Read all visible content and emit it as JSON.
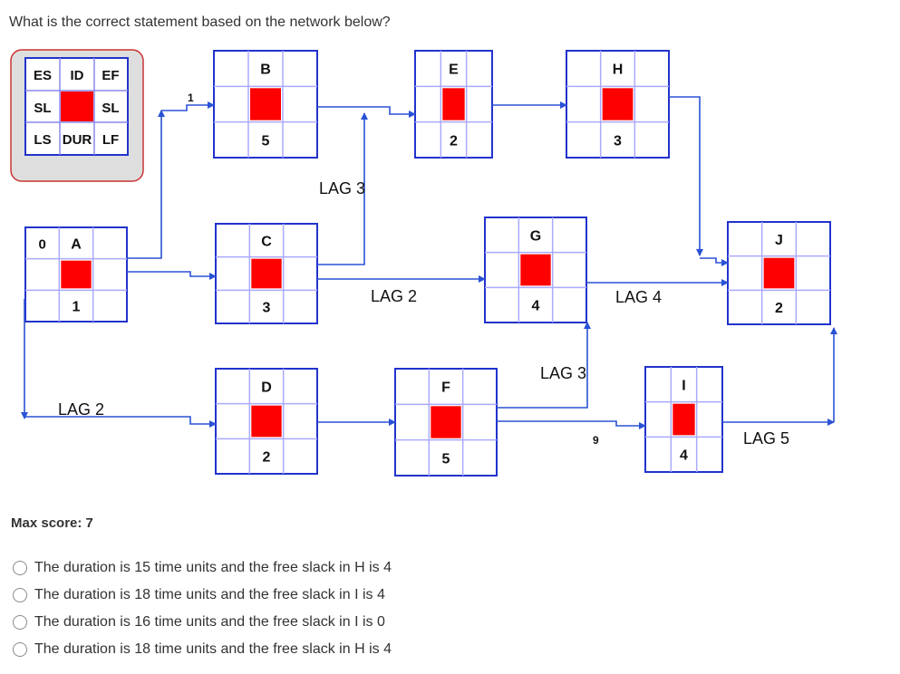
{
  "question": "What is the correct statement based on the network below?",
  "legend": {
    "es": "ES",
    "id": "ID",
    "ef": "EF",
    "sl_left": "SL",
    "sl_right": "SL",
    "ls": "LS",
    "dur": "DUR",
    "lf": "LF"
  },
  "nodes": [
    {
      "id": "A",
      "duration": "1"
    },
    {
      "id": "B",
      "duration": "5"
    },
    {
      "id": "C",
      "duration": "3"
    },
    {
      "id": "D",
      "duration": "2"
    },
    {
      "id": "E",
      "duration": "2"
    },
    {
      "id": "F",
      "duration": "5"
    },
    {
      "id": "G",
      "duration": "4"
    },
    {
      "id": "H",
      "duration": "3"
    },
    {
      "id": "I",
      "duration": "4"
    },
    {
      "id": "J",
      "duration": "2"
    }
  ],
  "node_start": "0",
  "link_labels": {
    "a_b": "1",
    "b_e": "LAG 3",
    "c_g": "LAG 2",
    "g_j": "LAG 4",
    "a_d": "LAG 2",
    "f_g": "LAG 3",
    "f_i": "9",
    "i_j": "LAG 5"
  },
  "colors": {
    "node_border": "#2233cc",
    "node_inner": "#aaaaff",
    "arrow": "#2a52d6",
    "center": "#ff0000",
    "legend_bg": "#dedede",
    "legend_border": "#cc3333"
  },
  "max_score": "Max score: 7",
  "options": [
    "The duration is 15 time units and the free slack in H is 4",
    "The duration is 18 time units and the free slack in I is 4",
    "The duration is 16 time units and the free slack in I is 0",
    "The duration is 18 time units and the free slack in H is 4"
  ]
}
